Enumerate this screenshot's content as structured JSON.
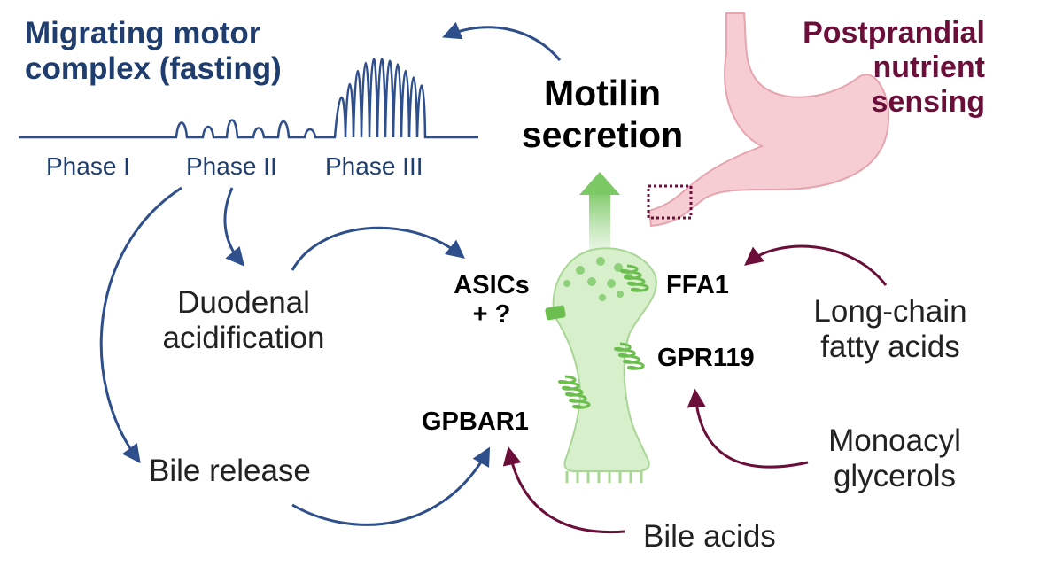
{
  "mmc_title": [
    "Migrating motor",
    "complex (fasting)"
  ],
  "postprandial_title": [
    "Postprandial",
    "nutrient",
    "sensing"
  ],
  "motilin": [
    "Motilin",
    "secretion"
  ],
  "phases": [
    "Phase I",
    "Phase II",
    "Phase III"
  ],
  "duodenal": [
    "Duodenal",
    "acidification"
  ],
  "bile_release": "Bile release",
  "asics": [
    "ASICs",
    "+ ?"
  ],
  "gpbar1": "GPBAR1",
  "ffa1": "FFA1",
  "gpr119": "GPR119",
  "long_chain": [
    "Long-chain",
    "fatty acids"
  ],
  "monoacyl": [
    "Monoacyl",
    "glycerols"
  ],
  "bile_acids": "Bile acids",
  "colors": {
    "blue": "#1f3d6e",
    "arrow_blue": "#2e4f8c",
    "maroon": "#6b0f3a",
    "green": "#6cbf4f",
    "green_fill": "#d8efcc",
    "stomach": "#f6cdd2"
  }
}
